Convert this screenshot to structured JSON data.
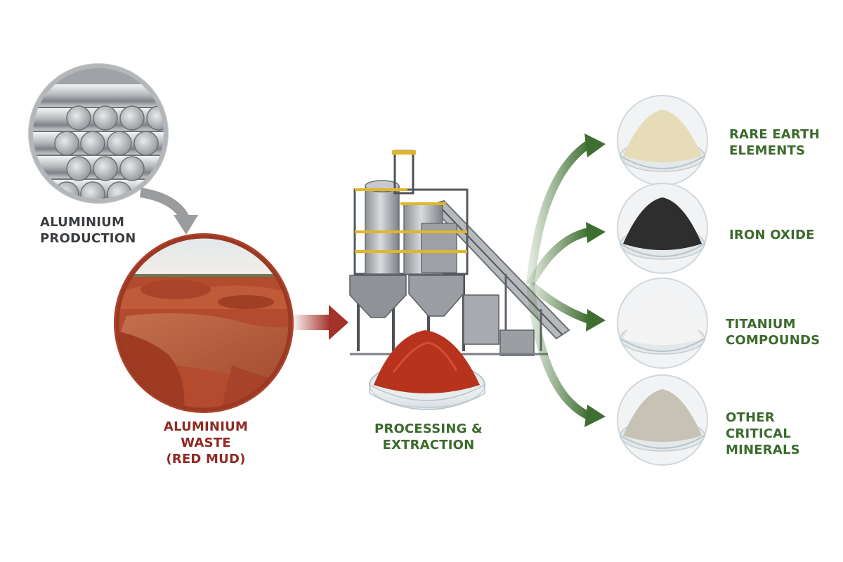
{
  "colors": {
    "grey_arrow": "#9a9c9e",
    "red_arrow": "#a3322a",
    "green_arrow": "#3f6e31",
    "label_grey": "#3a3d40",
    "label_red": "#8e2a22",
    "label_green": "#3c6a2c"
  },
  "source": {
    "production_label": [
      "ALUMINIUM",
      "PRODUCTION"
    ],
    "waste_label": [
      "ALUMINIUM WASTE",
      "(RED MUD)"
    ]
  },
  "process": {
    "label": [
      "PROCESSING &",
      "EXTRACTION"
    ]
  },
  "outputs": [
    {
      "label": [
        "RARE EARTH",
        "ELEMENTS"
      ],
      "powder_color": "#e6dcb8"
    },
    {
      "label": [
        "IRON OXIDE"
      ],
      "powder_color": "#2e2e2e"
    },
    {
      "label": [
        "TITANIUM",
        "COMPOUNDS"
      ],
      "powder_color": "#f4f4f4"
    },
    {
      "label": [
        "OTHER CRITICAL",
        "MINERALS"
      ],
      "powder_color": "#c7c2b6"
    }
  ],
  "icons": {
    "production": "aluminium-ingots-icon",
    "waste": "red-mud-landscape-icon",
    "plant": "processing-plant-icon",
    "red_powder": "red-mud-powder-dish-icon",
    "outputs": [
      "rare-earth-powder-icon",
      "iron-oxide-powder-icon",
      "titanium-powder-icon",
      "critical-minerals-powder-icon"
    ]
  }
}
